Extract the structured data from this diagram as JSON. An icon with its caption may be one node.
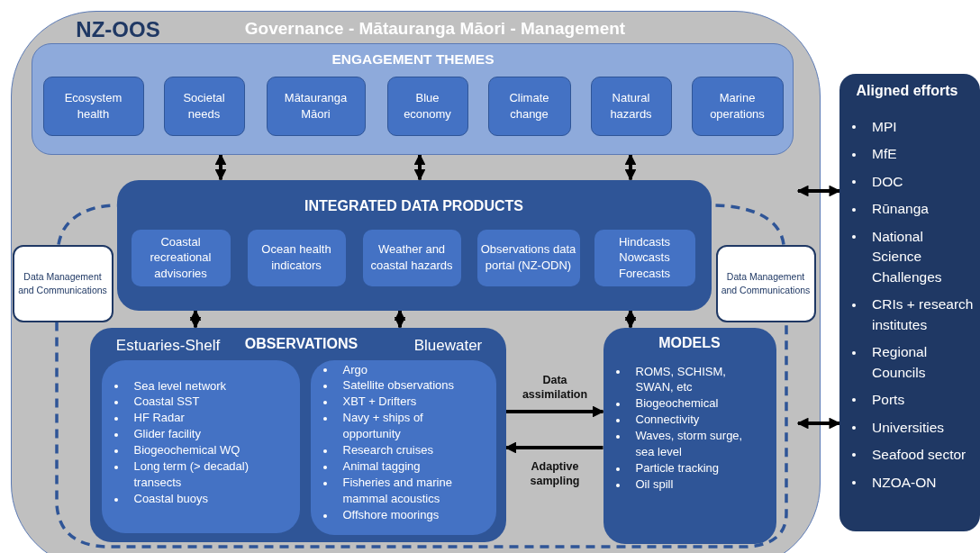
{
  "diagram": {
    "nodes": [
      {
        "text": [
          "NZ-OOS",
          "Governance - Mātauranga Māori - Management"
        ]
      },
      {
        "text": [
          "ENGAGEMENT THEMES"
        ],
        "in": 0
      },
      {
        "text": [
          "Ecosystem health"
        ],
        "in": 1
      },
      {
        "text": [
          "Societal needs"
        ],
        "in": 1
      },
      {
        "text": [
          "Mātauranga Māori"
        ],
        "in": 1
      },
      {
        "text": [
          "Blue economy"
        ],
        "in": 1
      },
      {
        "text": [
          "Climate change"
        ],
        "in": 1
      },
      {
        "text": [
          "Natural hazards"
        ],
        "in": 1
      },
      {
        "text": [
          "Marine operations"
        ],
        "in": 1
      },
      {
        "text": [
          "INTEGRATED DATA PRODUCTS"
        ],
        "in": 0
      },
      {
        "text": [
          "Coastal recreational advisories"
        ],
        "in": 9
      },
      {
        "text": [
          "Ocean health indicators"
        ],
        "in": 9
      },
      {
        "text": [
          "Weather and coastal hazards"
        ],
        "in": 9
      },
      {
        "text": [
          "Observations data portal (NZ-ODN)"
        ],
        "in": 9
      },
      {
        "text": [
          "Hindcasts Nowcasts Forecasts"
        ],
        "in": 9
      },
      {
        "text": [
          "Data Management and Communications"
        ],
        "in": 0
      },
      {
        "text": [
          "Data Management and Communications"
        ],
        "in": 0
      },
      {
        "text": [
          "Estuaries-Shelf",
          "OBSERVATIONS",
          "Bluewater"
        ],
        "in": 0
      },
      {
        "text": [
          "Sea level network",
          "Coastal SST",
          "HF Radar",
          "Glider facility",
          "Biogeochemical WQ",
          "Long term (> decadal) transects",
          "Coastal buoys"
        ],
        "in": 17
      },
      {
        "text": [
          "Argo",
          "Satellite observations",
          "XBT + Drifters",
          "Navy  + ships of opportunity",
          "Research cruises",
          "Animal tagging",
          "Fisheries and marine mammal acoustics",
          "Offshore moorings"
        ],
        "in": 17
      },
      {
        "text": [
          "MODELS",
          "ROMS, SCHISM, SWAN, etc",
          "Biogeochemical",
          "Connectivity",
          "Waves, storm surge, sea level",
          "Particle tracking",
          "Oil spill"
        ],
        "in": 0
      },
      {
        "text": [
          "Aligned efforts",
          "MPI",
          "MfE",
          "DOC",
          "Rūnanga",
          "National Science Challenges",
          "CRIs + research institutes",
          "Regional Councils",
          "Ports",
          "Universities",
          "Seafood sector",
          "NZOA-ON"
        ]
      }
    ],
    "edges": [
      {
        "from": 1,
        "to": 9,
        "arrow": "both"
      },
      {
        "from": 1,
        "to": 9,
        "arrow": "both"
      },
      {
        "from": 1,
        "to": 9,
        "arrow": "both"
      },
      {
        "from": 9,
        "to": 17,
        "arrow": "both"
      },
      {
        "from": 9,
        "to": 17,
        "arrow": "both"
      },
      {
        "from": 9,
        "to": 20,
        "arrow": "both"
      },
      {
        "from": 0,
        "to": 21,
        "arrow": "both"
      },
      {
        "from": 0,
        "to": 21,
        "arrow": "both"
      },
      {
        "from": 17,
        "to": 20,
        "arrow": "to",
        "label": "Data assimilation"
      },
      {
        "from": 20,
        "to": 17,
        "arrow": "to",
        "label": "Adaptive sampling"
      },
      {
        "from": 15,
        "to": 9,
        "arrow": "none",
        "style": "dashed",
        "color": "#2f5597"
      },
      {
        "from": 16,
        "to": 9,
        "arrow": "none",
        "style": "dashed",
        "color": "#2f5597"
      },
      {
        "from": 15,
        "to": 16,
        "arrow": "none",
        "style": "dashed",
        "color": "#2f5597"
      }
    ]
  }
}
